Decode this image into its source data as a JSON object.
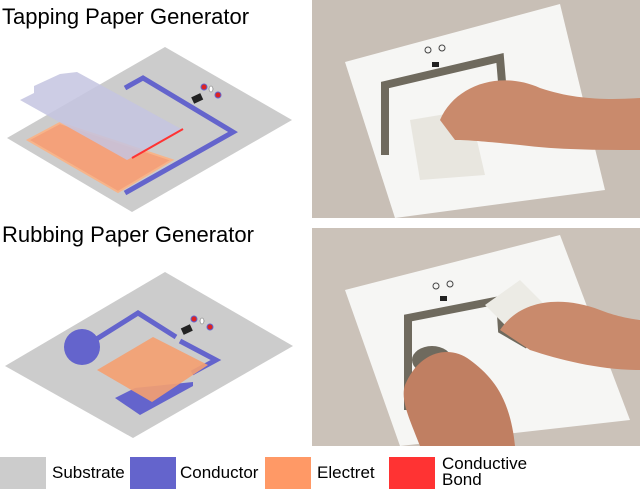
{
  "panels": [
    {
      "title": "Tapping Paper Generator"
    },
    {
      "title": "Rubbing Paper Generator"
    }
  ],
  "legend": [
    {
      "label": "Substrate",
      "color": "#cccccc"
    },
    {
      "label": "Conductor",
      "color": "#6464cc"
    },
    {
      "label": "Electret",
      "color": "#ff9966"
    },
    {
      "label": "Conductive Bond",
      "color": "#ff3333"
    }
  ]
}
